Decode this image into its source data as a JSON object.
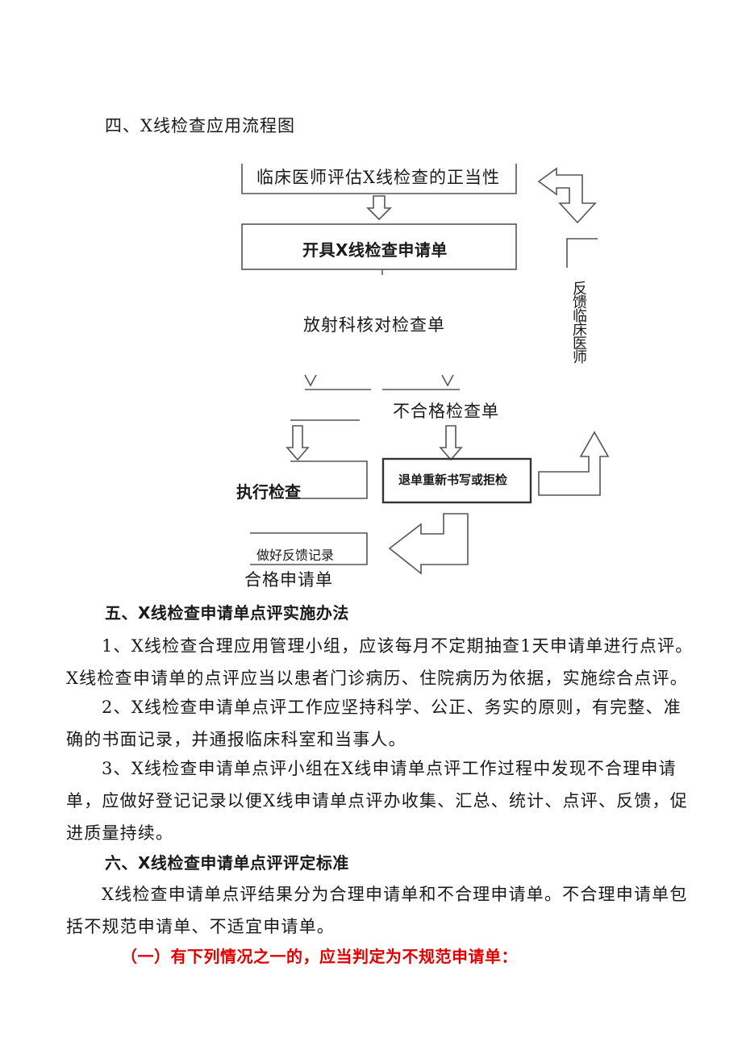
{
  "section4": {
    "heading": "四、X线检查应用流程图"
  },
  "flow": {
    "step1": "临床医师评估X线检查的正当性",
    "step2": "开具X线检查申请单",
    "step3": "放射科核对检查单",
    "feedback": [
      "反",
      "馈",
      "临",
      "床",
      "医",
      "师"
    ],
    "unqualified": "不合格检查单",
    "execute": "执行检查",
    "return": "退单重新书写或拒检",
    "record": "做好反馈记录",
    "qualified": "合格申请单"
  },
  "section5": {
    "heading": "五、X线检查申请单点评实施办法",
    "p1": "1、X线检查合理应用管理小组，应该每月不定期抽查1天申请单进行点评。X线检查申请单的点评应当以患者门诊病历、住院病历为依据，实施综合点评。",
    "p2": "2、X线检查申请单点评工作应坚持科学、公正、务实的原则，有完整、准确的书面记录，并通报临床科室和当事人。",
    "p3": "3、X线检查申请单点评小组在X线申请单点评工作过程中发现不合理申请单，应做好登记记录以便X线申请单点评办收集、汇总、统计、点评、反馈，促进质量持续。"
  },
  "section6": {
    "heading": "六、X线检查申请单点评评定标准",
    "p1": "X线检查申请单点评结果分为合理申请单和不合理申请单。不合理申请单包括不规范申请单、不适宜申请单。",
    "sub1": "（一）有下列情况之一的，应当判定为不规范申请单："
  }
}
